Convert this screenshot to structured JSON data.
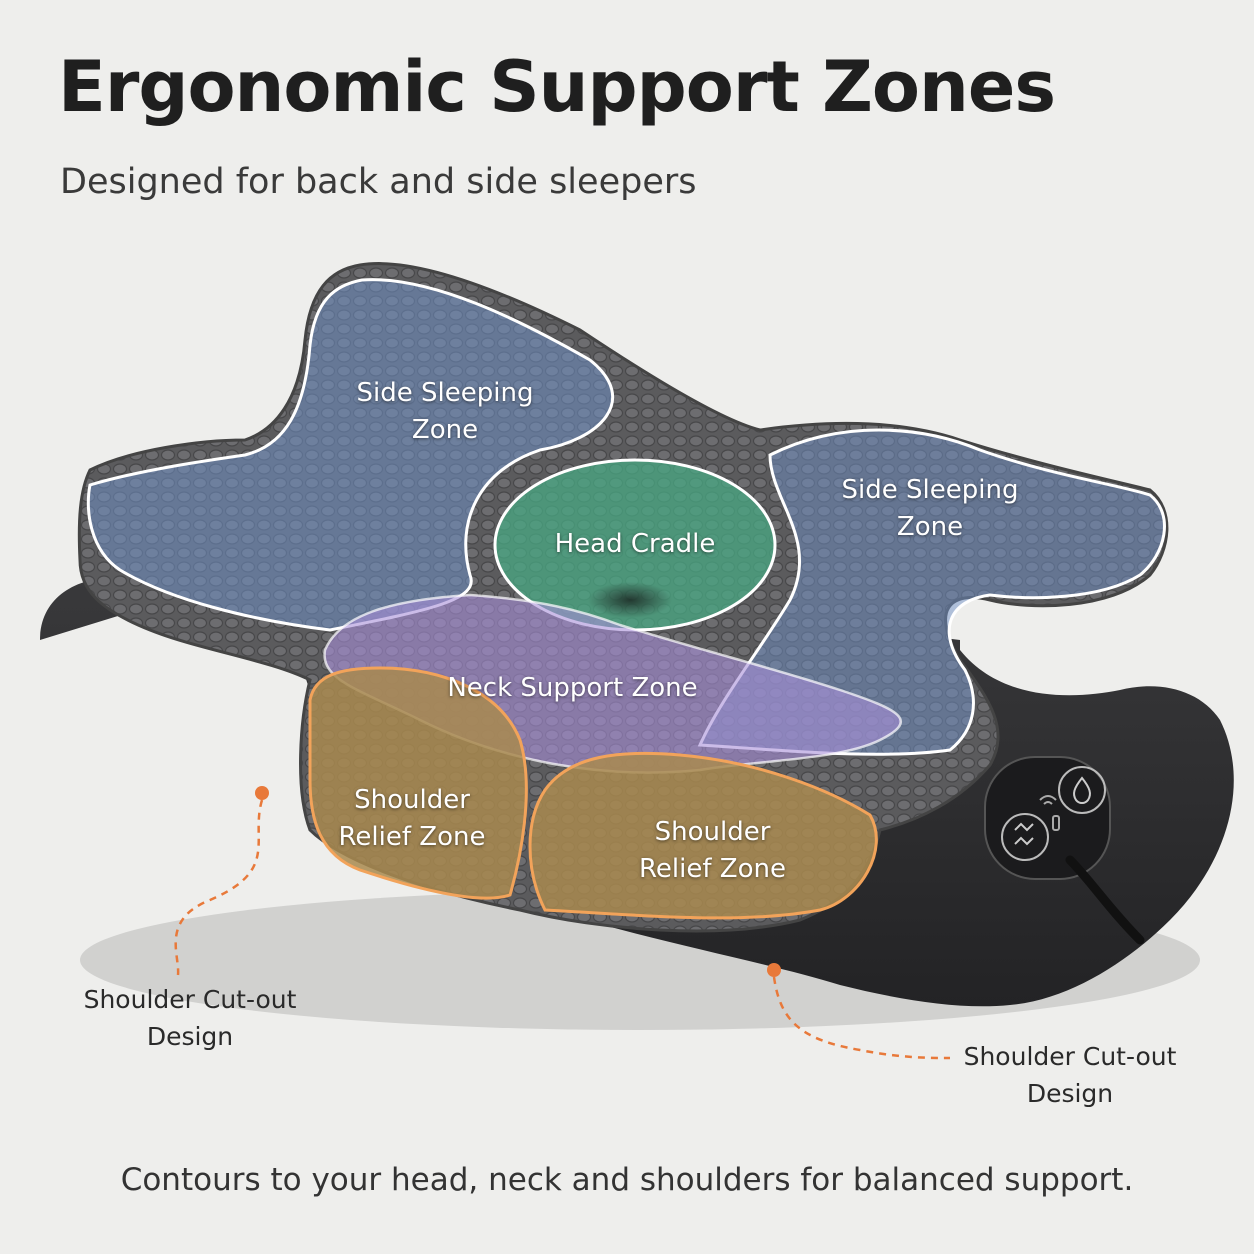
{
  "title": "Ergonomic Support Zones",
  "subtitle": "Designed for back and side sleepers",
  "zones": {
    "side_left": {
      "line1": "Side Sleeping",
      "line2": "Zone",
      "color": "#5f7aa6"
    },
    "side_right": {
      "line1": "Side Sleeping",
      "line2": "Zone",
      "color": "#5f7aa6"
    },
    "head": {
      "label": "Head Cradle",
      "color": "#3f8a72"
    },
    "neck": {
      "label": "Neck Support Zone",
      "color": "#8a78b4"
    },
    "shoulder_left": {
      "line1": "Shoulder",
      "line2": "Relief Zone",
      "color": "#8c7447"
    },
    "shoulder_right": {
      "line1": "Shoulder",
      "line2": "Relief Zone",
      "color": "#8c7447"
    }
  },
  "callouts": {
    "left": {
      "line1": "Shoulder Cut-out",
      "line2": "Design"
    },
    "right": {
      "line1": "Shoulder Cut-out",
      "line2": "Design"
    },
    "accent_color": "#e8793a"
  },
  "control_panel": {
    "icons": [
      "vibration-icon",
      "wireless-icon",
      "heat-flame-icon",
      "power-cable-icon"
    ]
  },
  "footer": "Contours to your head, neck and shoulders for balanced support."
}
